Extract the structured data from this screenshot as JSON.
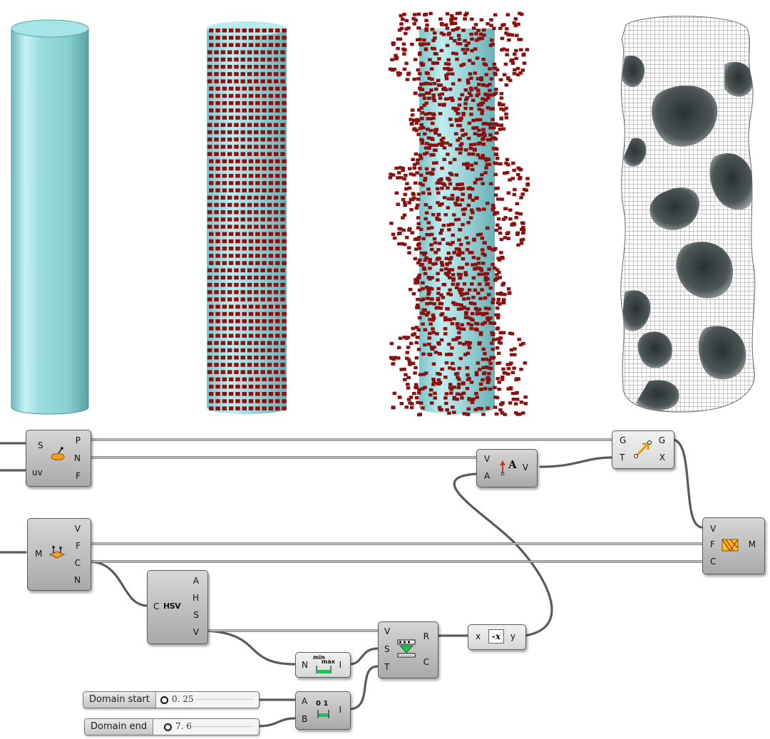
{
  "viewport": {
    "colors": {
      "surface": "#8fd3d8",
      "panel": "#8b1010",
      "mesh_fill": "#ffffff",
      "mesh_line": "#555555",
      "mesh_shadow": "#2c3234"
    }
  },
  "canvas": {
    "wire_color": "#555555",
    "components": {
      "surface_evaluate": {
        "inputs": [
          "S",
          "uv"
        ],
        "outputs": [
          "P",
          "N",
          "F"
        ],
        "icon": "surface-evaluate-icon"
      },
      "deconstruct_mesh": {
        "inputs": [
          "M"
        ],
        "outputs": [
          "V",
          "F",
          "C",
          "N"
        ],
        "icon": "deconstruct-mesh-icon"
      },
      "amplitude": {
        "inputs": [
          "V",
          "A"
        ],
        "outputs": [
          "V"
        ],
        "icon": "amplitude-icon",
        "icon_text": "A"
      },
      "move": {
        "inputs": [
          "G",
          "T"
        ],
        "outputs": [
          "G",
          "X"
        ],
        "icon": "move-icon"
      },
      "construct_mesh": {
        "inputs": [
          "V",
          "F",
          "C"
        ],
        "outputs": [
          "M"
        ],
        "icon": "construct-mesh-icon"
      },
      "split_hsv": {
        "inputs": [
          "C"
        ],
        "outputs": [
          "A",
          "H",
          "S",
          "V"
        ],
        "icon": "hsv-icon",
        "icon_text": "HSV"
      },
      "bounds": {
        "inputs": [
          "N"
        ],
        "outputs": [
          "I"
        ],
        "icon": "bounds-icon",
        "icon_text_top": "min",
        "icon_text_bottom": "max"
      },
      "remap": {
        "inputs": [
          "V",
          "S",
          "T"
        ],
        "outputs": [
          "R",
          "C"
        ],
        "icon": "remap-icon"
      },
      "negative": {
        "inputs": [
          "x"
        ],
        "outputs": [
          "y"
        ],
        "icon": "negative-icon",
        "icon_text": "-x"
      },
      "construct_domain": {
        "inputs": [
          "A",
          "B"
        ],
        "outputs": [
          "I"
        ],
        "icon": "construct-domain-icon",
        "icon_text": "0 1"
      }
    },
    "sliders": [
      {
        "label": "Domain start",
        "value": "0. 25"
      },
      {
        "label": "Domain end",
        "value": "7. 6"
      }
    ]
  }
}
